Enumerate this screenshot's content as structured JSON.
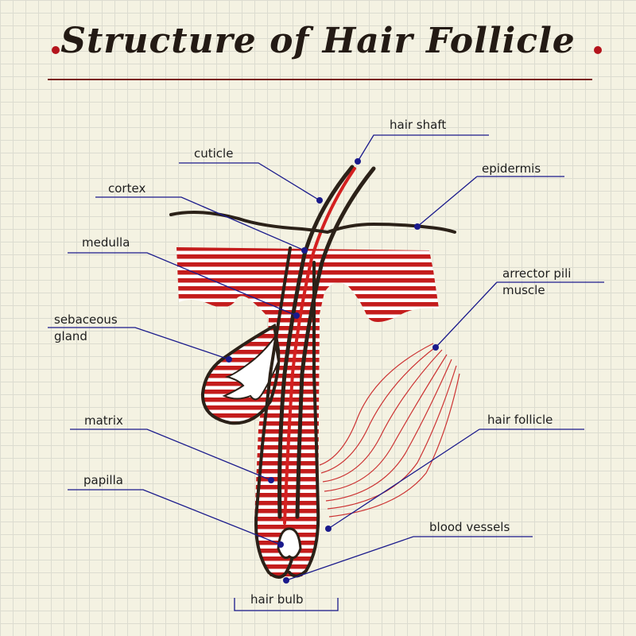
{
  "title": "Structure of Hair Follicle",
  "colors": {
    "accent": "#c41c1c",
    "leader": "#1a1a8c",
    "outline": "#2b2118",
    "paper": "#f4f2e2"
  },
  "labels": {
    "hair_shaft": "hair  shaft",
    "cuticle": "cuticle",
    "epidermis": "epidermis",
    "cortex": "cortex",
    "medulla": "medulla",
    "arrector_pili_1": "arrector  pili",
    "arrector_pili_2": "muscle",
    "sebaceous_1": "sebaceous",
    "sebaceous_2": "gland",
    "matrix": "matrix",
    "hair_follicle": "hair  follicle",
    "papilla": "papilla",
    "blood_vessels": "blood  vessels",
    "hair_bulb": "hair  bulb"
  }
}
